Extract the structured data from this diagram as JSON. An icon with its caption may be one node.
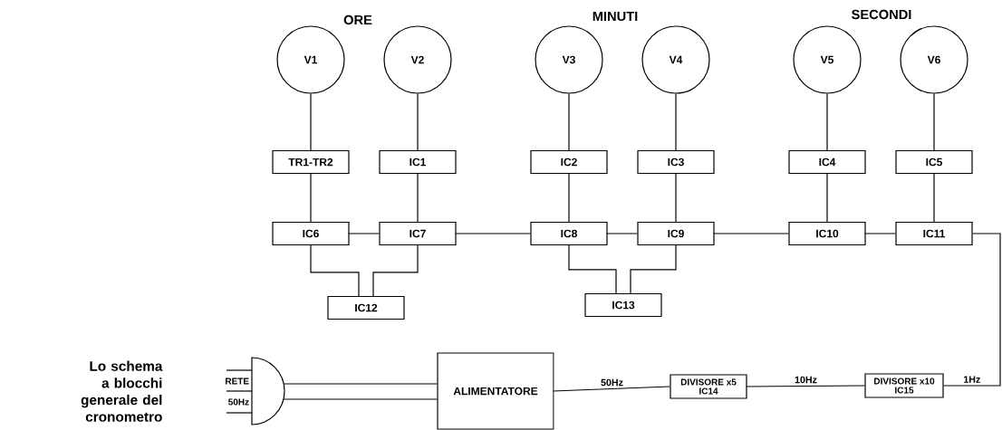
{
  "diagram": {
    "caption": "Lo schema a blocchi generale del cronometro",
    "nodes": [
      {
        "text": [
          "V1"
        ]
      },
      {
        "text": [
          "V2"
        ]
      },
      {
        "text": [
          "V3"
        ]
      },
      {
        "text": [
          "V4"
        ]
      },
      {
        "text": [
          "V5"
        ]
      },
      {
        "text": [
          "V6"
        ]
      },
      {
        "text": [
          "TR1-TR2"
        ]
      },
      {
        "text": [
          "IC1"
        ]
      },
      {
        "text": [
          "IC2"
        ]
      },
      {
        "text": [
          "IC3"
        ]
      },
      {
        "text": [
          "IC4"
        ]
      },
      {
        "text": [
          "IC5"
        ]
      },
      {
        "text": [
          "IC6"
        ]
      },
      {
        "text": [
          "IC7"
        ]
      },
      {
        "text": [
          "IC8"
        ]
      },
      {
        "text": [
          "IC9"
        ]
      },
      {
        "text": [
          "IC10"
        ]
      },
      {
        "text": [
          "IC11"
        ]
      },
      {
        "text": [
          "IC12"
        ]
      },
      {
        "text": [
          "IC13"
        ]
      },
      {
        "text": [],
        "shape": "plug",
        "beside": [
          "RETE",
          "50Hz"
        ]
      },
      {
        "text": [
          "ALIMENTATORE"
        ]
      },
      {
        "text": [
          "DIVISORE x5",
          "IC14"
        ]
      },
      {
        "text": [
          "DIVISORE x10",
          "IC15"
        ]
      }
    ],
    "edges": [
      {
        "from": 0,
        "to": 6,
        "arrow": "none"
      },
      {
        "from": 6,
        "to": 12,
        "arrow": "none"
      },
      {
        "from": 1,
        "to": 7,
        "arrow": "none"
      },
      {
        "from": 7,
        "to": 13,
        "arrow": "none"
      },
      {
        "from": 2,
        "to": 8,
        "arrow": "none"
      },
      {
        "from": 8,
        "to": 14,
        "arrow": "none"
      },
      {
        "from": 3,
        "to": 9,
        "arrow": "none"
      },
      {
        "from": 9,
        "to": 15,
        "arrow": "none"
      },
      {
        "from": 4,
        "to": 10,
        "arrow": "none"
      },
      {
        "from": 10,
        "to": 16,
        "arrow": "none"
      },
      {
        "from": 5,
        "to": 11,
        "arrow": "none"
      },
      {
        "from": 11,
        "to": 17,
        "arrow": "none"
      },
      {
        "from": 12,
        "to": 13,
        "arrow": "none"
      },
      {
        "from": 13,
        "to": 14,
        "arrow": "none"
      },
      {
        "from": 14,
        "to": 15,
        "arrow": "none"
      },
      {
        "from": 15,
        "to": 16,
        "arrow": "none"
      },
      {
        "from": 16,
        "to": 17,
        "arrow": "none"
      },
      {
        "from": 12,
        "to": 18,
        "arrow": "none"
      },
      {
        "from": 13,
        "to": 18,
        "arrow": "none"
      },
      {
        "from": 14,
        "to": 19,
        "arrow": "none"
      },
      {
        "from": 15,
        "to": 19,
        "arrow": "none"
      },
      {
        "from": 20,
        "to": 21,
        "arrow": "none"
      },
      {
        "from": 20,
        "to": 21,
        "arrow": "none"
      },
      {
        "from": 21,
        "to": 22,
        "arrow": "none",
        "label": "50Hz"
      },
      {
        "from": 22,
        "to": 23,
        "arrow": "none",
        "label": "10Hz"
      },
      {
        "from": 23,
        "to": 17,
        "arrow": "none",
        "label": "1Hz"
      }
    ],
    "labels": [
      "ORE",
      "MINUTI",
      "SECONDI"
    ]
  }
}
